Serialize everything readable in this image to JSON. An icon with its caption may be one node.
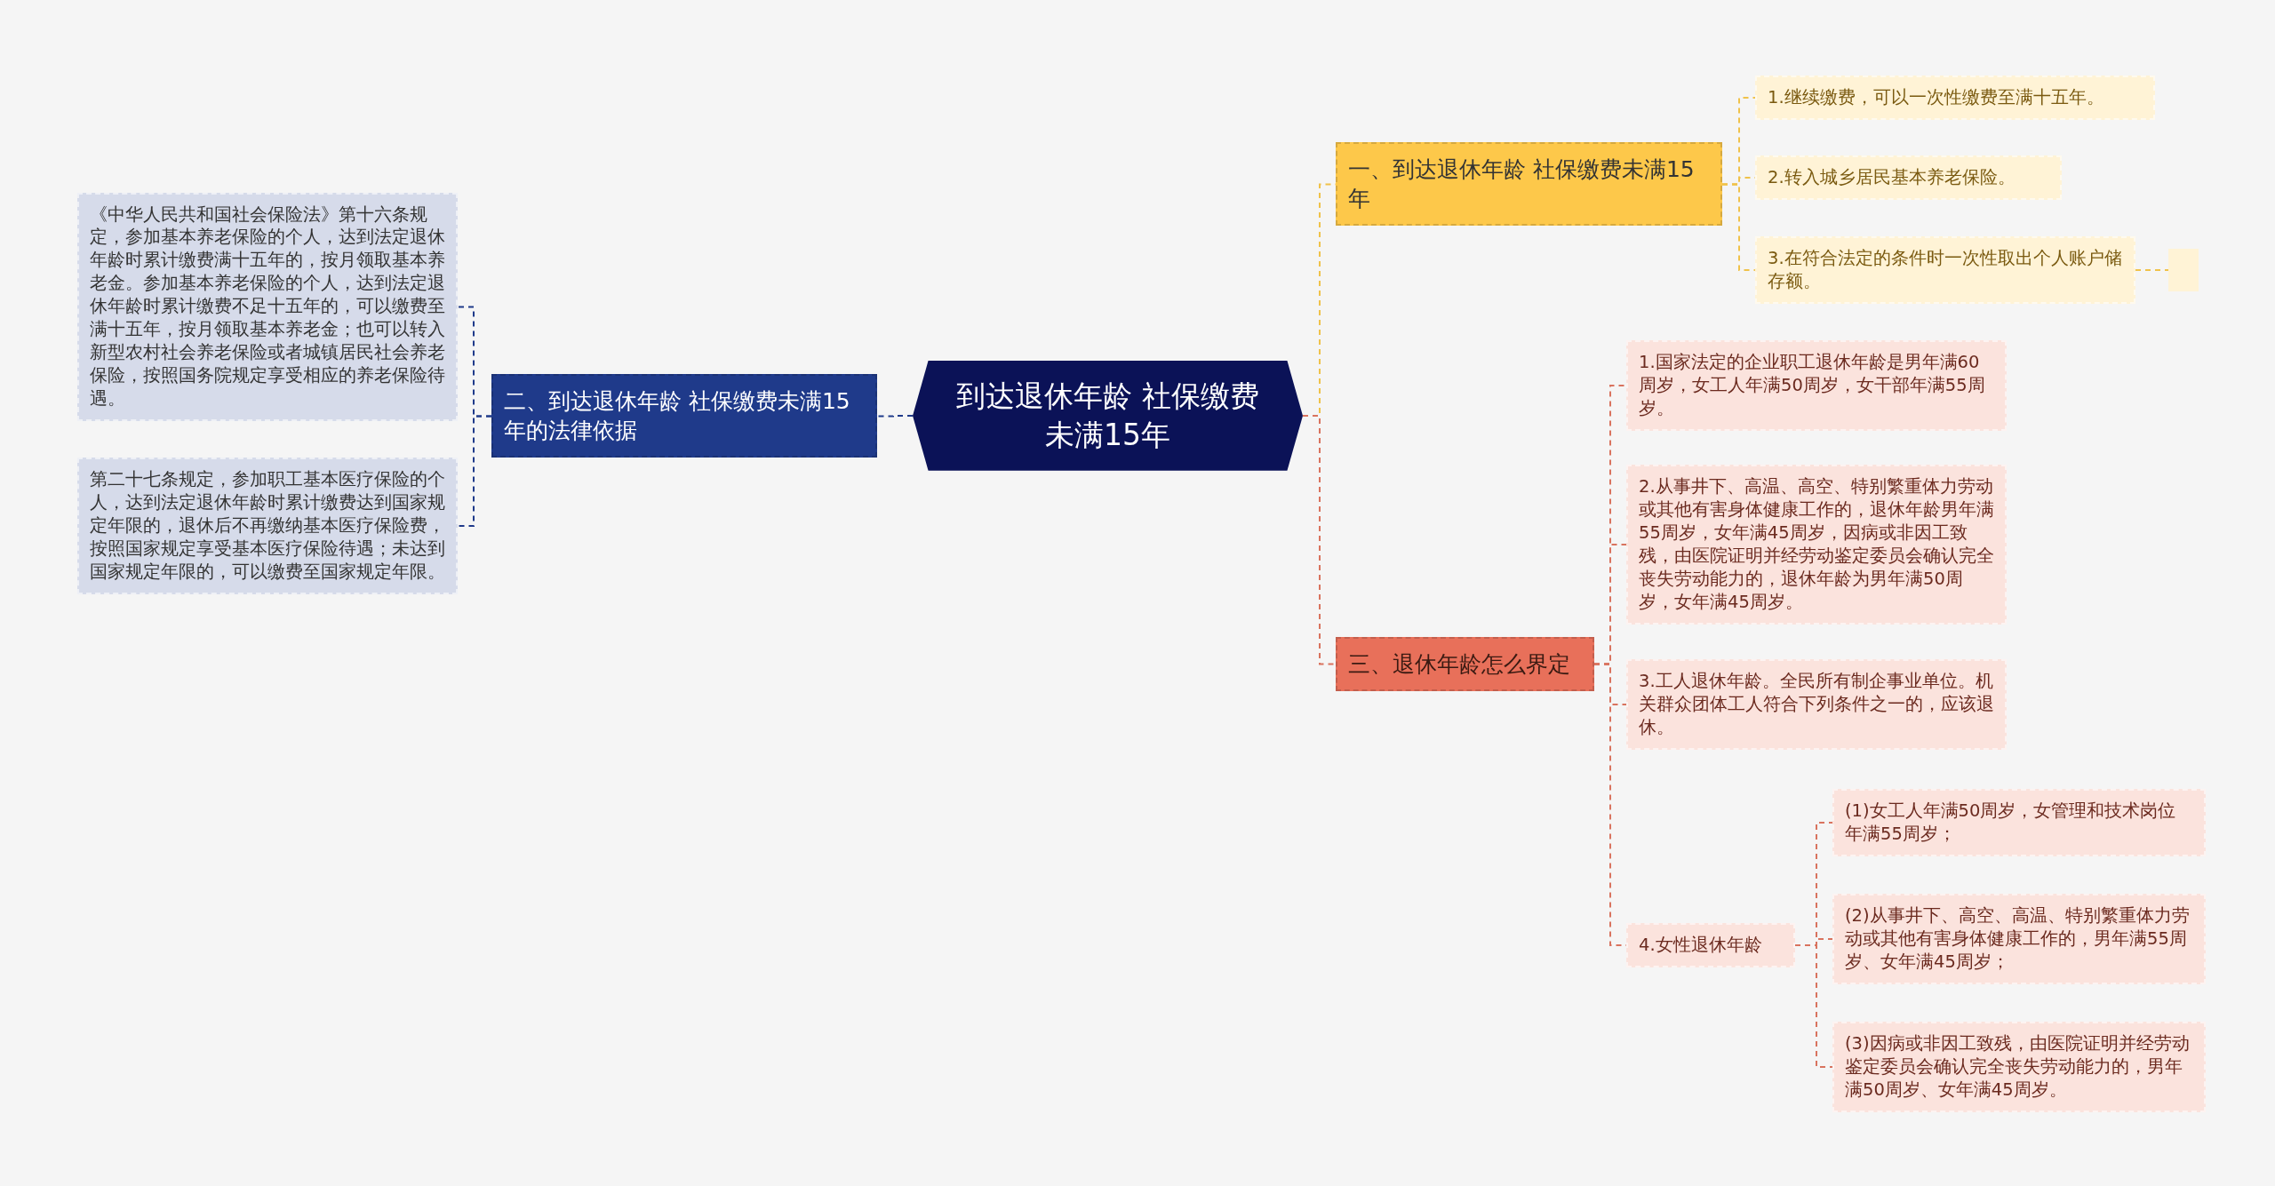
{
  "diagram": {
    "nodes": [
      {
        "text": [
          "到达退休年龄 社保缴费未满15年"
        ]
      },
      {
        "text": [
          "一、到达退休年龄 社保缴费未满15年"
        ]
      },
      {
        "text": [
          "1.继续缴费，可以一次性缴费至满十五年。"
        ]
      },
      {
        "text": [
          "2.转入城乡居民基本养老保险。"
        ]
      },
      {
        "text": [
          "3.在符合法定的条件时一次性取出个人账户储存额。"
        ]
      },
      {
        "text": [],
        "shape": "box"
      },
      {
        "text": [
          "二、到达退休年龄 社保缴费未满15年的法律依据"
        ]
      },
      {
        "text": [
          "《中华人民共和国社会保险法》第十六条规定，参加基本养老保险的个人，达到法定退休年龄时累计缴费满十五年的，按月领取基本养老金。参加基本养老保险的个人，达到法定退休年龄时累计缴费不足十五年的，可以缴费至满十五年，按月领取基本养老金；也可以转入新型农村社会养老保险或者城镇居民社会养老保险，按照国务院规定享受相应的养老保险待遇。"
        ]
      },
      {
        "text": [
          "第二十七条规定，参加职工基本医疗保险的个人，达到法定退休年龄时累计缴费达到国家规定年限的，退休后不再缴纳基本医疗保险费，按照国家规定享受基本医疗保险待遇；未达到国家规定年限的，可以缴费至国家规定年限。"
        ]
      },
      {
        "text": [
          "三、退休年龄怎么界定"
        ]
      },
      {
        "text": [
          "1.国家法定的企业职工退休年龄是男年满60周岁，女工人年满50周岁，女干部年满55周岁。"
        ]
      },
      {
        "text": [
          "2.从事井下、高温、高空、特别繁重体力劳动或其他有害身体健康工作的，退休年龄男年满55周岁，女年满45周岁，因病或非因工致残，由医院证明并经劳动鉴定委员会确认完全丧失劳动能力的，退休年龄为男年满50周岁，女年满45周岁。"
        ]
      },
      {
        "text": [
          "3.工人退休年龄。全民所有制企事业单位。机关群众团体工人符合下列条件之一的，应该退休。"
        ]
      },
      {
        "text": [
          "4.女性退休年龄"
        ]
      },
      {
        "text": [
          "(1)女工人年满50周岁，女管理和技术岗位年满55周岁；"
        ]
      },
      {
        "text": [
          "(2)从事井下、高空、高温、特别繁重体力劳动或其他有害身体健康工作的，男年满55周岁、女年满45周岁；"
        ]
      },
      {
        "text": [
          "(3)因病或非因工致残，由医院证明并经劳动鉴定委员会确认完全丧失劳动能力的，男年满50周岁、女年满45周岁。"
        ]
      }
    ],
    "edges": [
      {
        "from": 0,
        "to": 1,
        "arrow": "none",
        "style": "dashed",
        "color": "#f0c24a"
      },
      {
        "from": 1,
        "to": 2,
        "arrow": "none",
        "style": "dashed",
        "color": "#f0c24a"
      },
      {
        "from": 1,
        "to": 3,
        "arrow": "none",
        "style": "dashed",
        "color": "#f0c24a"
      },
      {
        "from": 1,
        "to": 4,
        "arrow": "none",
        "style": "dashed",
        "color": "#f0c24a"
      },
      {
        "from": 4,
        "to": 5,
        "arrow": "none",
        "style": "dashed",
        "color": "#f0c24a"
      },
      {
        "from": 0,
        "to": 6,
        "arrow": "none",
        "style": "dashed",
        "color": "#1f3a8a"
      },
      {
        "from": 6,
        "to": 7,
        "arrow": "none",
        "style": "dashed",
        "color": "#1f3a8a"
      },
      {
        "from": 6,
        "to": 8,
        "arrow": "none",
        "style": "dashed",
        "color": "#1f3a8a"
      },
      {
        "from": 0,
        "to": 9,
        "arrow": "none",
        "style": "dashed",
        "color": "#d9735e"
      },
      {
        "from": 9,
        "to": 10,
        "arrow": "none",
        "style": "dashed",
        "color": "#d9735e"
      },
      {
        "from": 9,
        "to": 11,
        "arrow": "none",
        "style": "dashed",
        "color": "#d9735e"
      },
      {
        "from": 9,
        "to": 12,
        "arrow": "none",
        "style": "dashed",
        "color": "#d9735e"
      },
      {
        "from": 9,
        "to": 13,
        "arrow": "none",
        "style": "dashed",
        "color": "#d9735e"
      },
      {
        "from": 13,
        "to": 14,
        "arrow": "none",
        "style": "dashed",
        "color": "#d9735e"
      },
      {
        "from": 13,
        "to": 15,
        "arrow": "none",
        "style": "dashed",
        "color": "#d9735e"
      },
      {
        "from": 13,
        "to": 16,
        "arrow": "none",
        "style": "dashed",
        "color": "#d9735e"
      }
    ]
  }
}
